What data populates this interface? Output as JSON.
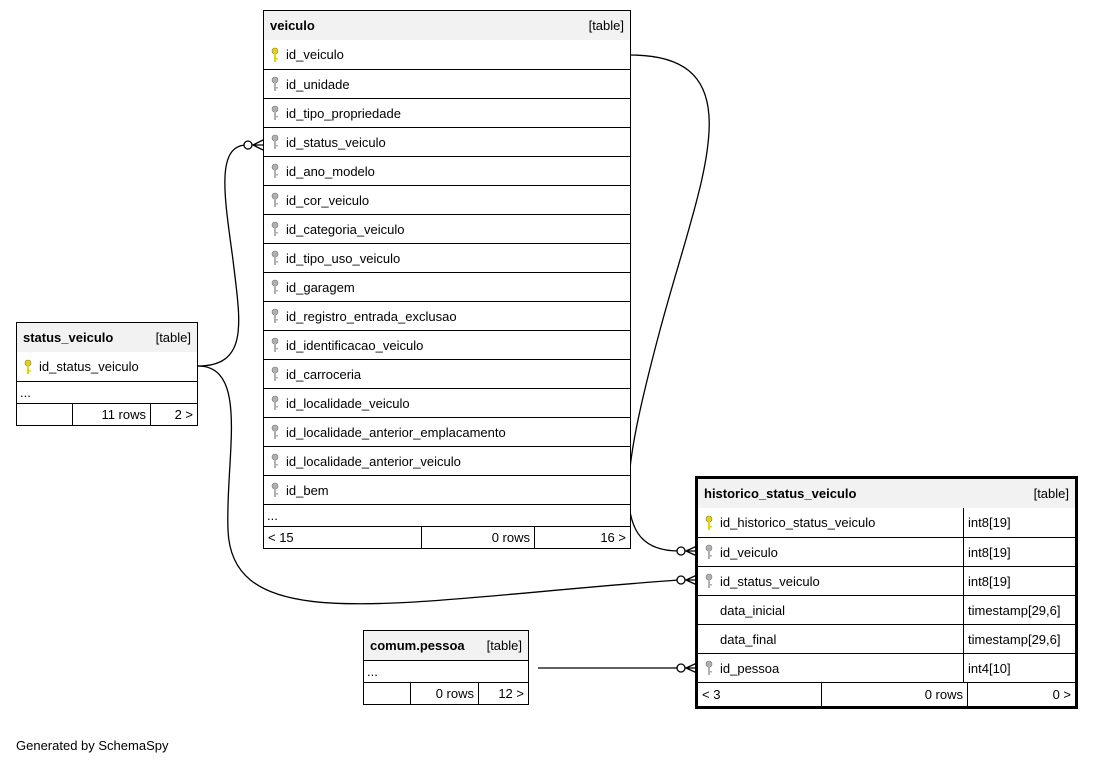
{
  "tables": {
    "veiculo": {
      "name": "veiculo",
      "type_label": "[table]",
      "columns": [
        {
          "name": "id_veiculo",
          "key": "primary"
        },
        {
          "name": "id_unidade",
          "key": "foreign"
        },
        {
          "name": "id_tipo_propriedade",
          "key": "foreign"
        },
        {
          "name": "id_status_veiculo",
          "key": "foreign"
        },
        {
          "name": "id_ano_modelo",
          "key": "foreign"
        },
        {
          "name": "id_cor_veiculo",
          "key": "foreign"
        },
        {
          "name": "id_categoria_veiculo",
          "key": "foreign"
        },
        {
          "name": "id_tipo_uso_veiculo",
          "key": "foreign"
        },
        {
          "name": "id_garagem",
          "key": "foreign"
        },
        {
          "name": "id_registro_entrada_exclusao",
          "key": "foreign"
        },
        {
          "name": "id_identificacao_veiculo",
          "key": "foreign"
        },
        {
          "name": "id_carroceria",
          "key": "foreign"
        },
        {
          "name": "id_localidade_veiculo",
          "key": "foreign"
        },
        {
          "name": "id_localidade_anterior_emplacamento",
          "key": "foreign"
        },
        {
          "name": "id_localidade_anterior_veiculo",
          "key": "foreign"
        },
        {
          "name": "id_bem",
          "key": "foreign"
        }
      ],
      "ellipsis": "...",
      "footer": {
        "parents": "< 15",
        "rows": "0 rows",
        "children": "16 >"
      }
    },
    "status_veiculo": {
      "name": "status_veiculo",
      "type_label": "[table]",
      "columns": [
        {
          "name": "id_status_veiculo",
          "key": "primary"
        }
      ],
      "ellipsis": "...",
      "footer": {
        "parents": "",
        "rows": "11 rows",
        "children": "2 >"
      }
    },
    "historico_status_veiculo": {
      "name": "historico_status_veiculo",
      "type_label": "[table]",
      "columns": [
        {
          "name": "id_historico_status_veiculo",
          "key": "primary",
          "type": "int8[19]"
        },
        {
          "name": "id_veiculo",
          "key": "foreign",
          "type": "int8[19]"
        },
        {
          "name": "id_status_veiculo",
          "key": "foreign",
          "type": "int8[19]"
        },
        {
          "name": "data_inicial",
          "key": "none",
          "type": "timestamp[29,6]"
        },
        {
          "name": "data_final",
          "key": "none",
          "type": "timestamp[29,6]"
        },
        {
          "name": "id_pessoa",
          "key": "foreign",
          "type": "int4[10]"
        }
      ],
      "footer": {
        "parents": "< 3",
        "rows": "0 rows",
        "children": "0 >"
      }
    },
    "comum_pessoa": {
      "name": "comum.pessoa",
      "type_label": "[table]",
      "ellipsis": "...",
      "footer": {
        "parents": "",
        "rows": "0 rows",
        "children": "12 >"
      }
    }
  },
  "colors": {
    "primary_key": "#e8d400",
    "foreign_key": "#b0b0b0",
    "header_bg": "#f2f2f2",
    "line": "#000000"
  },
  "footer_text": "Generated by SchemaSpy"
}
